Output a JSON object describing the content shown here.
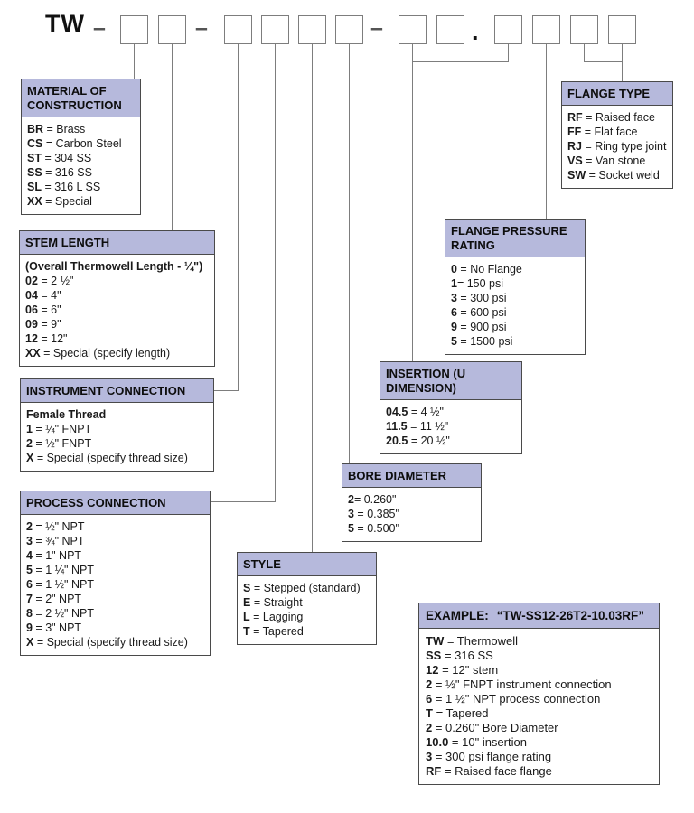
{
  "part_number": {
    "prefix": "TW",
    "separator": "–",
    "decimal_point": "."
  },
  "sections": {
    "material": {
      "title": "MATERIAL OF CONSTRUCTION",
      "items": [
        {
          "code": "BR",
          "sep": " = ",
          "desc": "Brass"
        },
        {
          "code": "CS",
          "sep": " = ",
          "desc": "Carbon Steel"
        },
        {
          "code": "ST",
          "sep": " = ",
          "desc": "304 SS"
        },
        {
          "code": "SS",
          "sep": " = ",
          "desc": "316 SS"
        },
        {
          "code": "SL",
          "sep": " = ",
          "desc": "316 L SS"
        },
        {
          "code": "XX",
          "sep": " = ",
          "desc": "Special"
        }
      ]
    },
    "stem_length": {
      "title": "STEM LENGTH",
      "intro": "(Overall Thermowell Length - ¼\")",
      "items": [
        {
          "code": "02",
          "sep": " = ",
          "desc": "2 ½\""
        },
        {
          "code": "04",
          "sep": " = ",
          "desc": "4\""
        },
        {
          "code": "06",
          "sep": " = ",
          "desc": "6\""
        },
        {
          "code": "09",
          "sep": " = ",
          "desc": "9\""
        },
        {
          "code": "12",
          "sep": " = ",
          "desc": "12\""
        },
        {
          "code": "XX",
          "sep": " = ",
          "desc": "Special (specify length)"
        }
      ]
    },
    "instrument_connection": {
      "title": "INSTRUMENT CONNECTION",
      "intro": "Female Thread",
      "items": [
        {
          "code": "1",
          "sep": " = ",
          "desc": "¼\" FNPT"
        },
        {
          "code": "2",
          "sep": " = ",
          "desc": "½\" FNPT"
        },
        {
          "code": "X",
          "sep": " = ",
          "desc": "Special (specify thread size)"
        }
      ]
    },
    "process_connection": {
      "title": "PROCESS CONNECTION",
      "items": [
        {
          "code": "2",
          "sep": " = ",
          "desc": "½\" NPT"
        },
        {
          "code": "3",
          "sep": " = ",
          "desc": "¾\" NPT"
        },
        {
          "code": "4",
          "sep": " = ",
          "desc": "1\" NPT"
        },
        {
          "code": "5",
          "sep": " = ",
          "desc": "1 ¼\" NPT"
        },
        {
          "code": "6",
          "sep": " = ",
          "desc": "1 ½\" NPT"
        },
        {
          "code": "7",
          "sep": " = ",
          "desc": "2\" NPT"
        },
        {
          "code": "8",
          "sep": " = ",
          "desc": "2 ½\" NPT"
        },
        {
          "code": "9",
          "sep": " = ",
          "desc": "3\" NPT"
        },
        {
          "code": "X",
          "sep": " = ",
          "desc": "Special (specify thread size)"
        }
      ]
    },
    "style": {
      "title": "STYLE",
      "items": [
        {
          "code": "S",
          "sep": " = ",
          "desc": "Stepped (standard)"
        },
        {
          "code": "E",
          "sep": " = ",
          "desc": "Straight"
        },
        {
          "code": "L",
          "sep": " = ",
          "desc": "Lagging"
        },
        {
          "code": "T",
          "sep": " = ",
          "desc": "Tapered"
        }
      ]
    },
    "bore_diameter": {
      "title": "BORE DIAMETER",
      "items": [
        {
          "code": "2",
          "sep": "= ",
          "desc": "0.260\""
        },
        {
          "code": "3",
          "sep": " = ",
          "desc": "0.385\""
        },
        {
          "code": "5",
          "sep": " = ",
          "desc": "0.500\""
        }
      ]
    },
    "insertion": {
      "title": "INSERTION (U DIMENSION)",
      "items": [
        {
          "code": "04.5",
          "sep": " = ",
          "desc": "4 ½\""
        },
        {
          "code": "11.5",
          "sep": " = ",
          "desc": "11 ½\""
        },
        {
          "code": "20.5",
          "sep": " = ",
          "desc": "20 ½\""
        }
      ]
    },
    "flange_pressure_rating": {
      "title": "FLANGE PRESSURE RATING",
      "items": [
        {
          "code": "0",
          "sep": " = ",
          "desc": "No Flange"
        },
        {
          "code": "1",
          "sep": "= ",
          "desc": "150 psi"
        },
        {
          "code": "3",
          "sep": " = ",
          "desc": "300 psi"
        },
        {
          "code": "6",
          "sep": " = ",
          "desc": "600 psi"
        },
        {
          "code": "9",
          "sep": " = ",
          "desc": "900 psi"
        },
        {
          "code": "5",
          "sep": " = ",
          "desc": "1500 psi"
        }
      ]
    },
    "flange_type": {
      "title": "FLANGE TYPE",
      "items": [
        {
          "code": "RF",
          "sep": " = ",
          "desc": "Raised face"
        },
        {
          "code": "FF",
          "sep": " = ",
          "desc": "Flat face"
        },
        {
          "code": "RJ",
          "sep": " = ",
          "desc": "Ring type joint"
        },
        {
          "code": "VS",
          "sep": " = ",
          "desc": "Van stone"
        },
        {
          "code": "SW",
          "sep": " = ",
          "desc": "Socket weld"
        }
      ]
    }
  },
  "example": {
    "label": "EXAMPLE:",
    "code": "“TW-SS12-26T2-10.03RF”",
    "items": [
      {
        "code": "TW",
        "sep": " = ",
        "desc": "Thermowell"
      },
      {
        "code": "SS",
        "sep": " = ",
        "desc": "316 SS"
      },
      {
        "code": "12",
        "sep": " = ",
        "desc": "12\" stem"
      },
      {
        "code": "2",
        "sep": " = ",
        "desc": "½\" FNPT instrument connection"
      },
      {
        "code": "6",
        "sep": " = ",
        "desc": "1 ½\" NPT process connection"
      },
      {
        "code": "T",
        "sep": " = ",
        "desc": "Tapered"
      },
      {
        "code": "2",
        "sep": " = ",
        "desc": "0.260\" Bore Diameter"
      },
      {
        "code": "10.0",
        "sep": " = ",
        "desc": "10\" insertion"
      },
      {
        "code": "3",
        "sep": " = ",
        "desc": "300 psi flange rating"
      },
      {
        "code": "RF",
        "sep": " = ",
        "desc": "Raised face flange"
      }
    ]
  }
}
